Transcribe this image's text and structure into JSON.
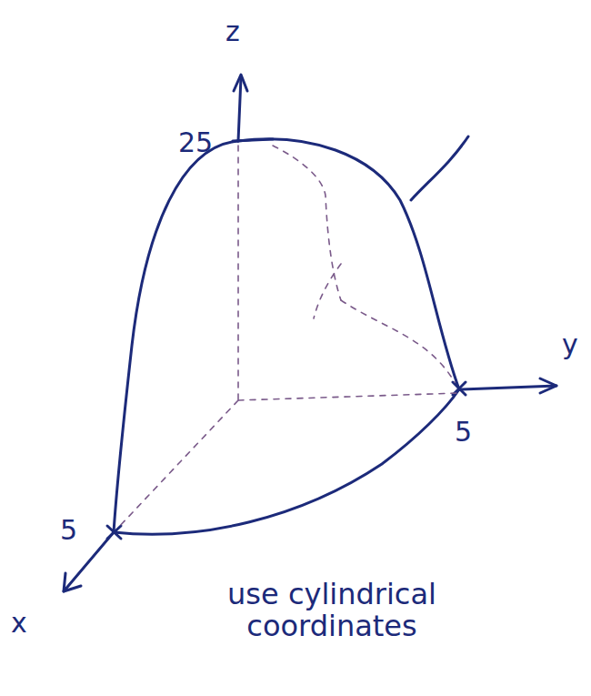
{
  "diagram": {
    "labels": [
      "z",
      "25",
      "y",
      "5",
      "5",
      "x",
      "use cylindrical coordinates"
    ]
  }
}
